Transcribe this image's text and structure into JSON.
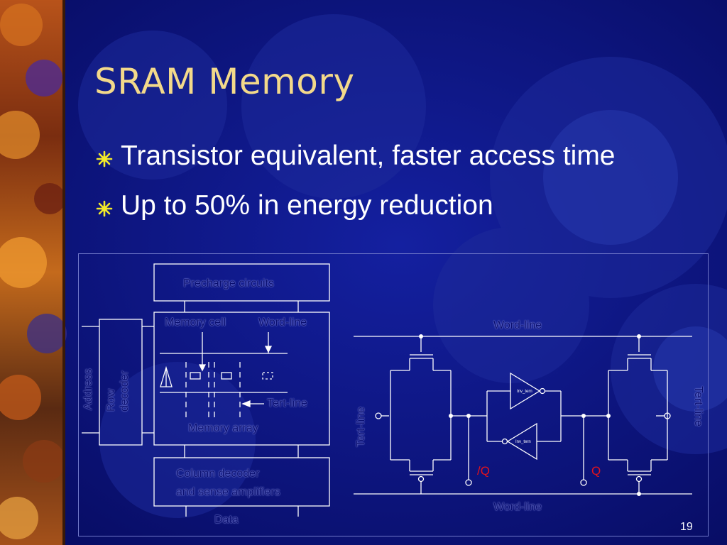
{
  "slide": {
    "title": "SRAM Memory",
    "bullets": [
      "Transistor equivalent, faster access time",
      "Up to 50% in energy reduction"
    ],
    "page_number": "19"
  },
  "block_diagram": {
    "precharge": "Precharge circuits",
    "memory_cell": "Memory cell",
    "word_line": "Word-line",
    "address": "Address",
    "row_decoder_1": "Row",
    "row_decoder_2": "decoder",
    "tert_line": "Tert-line",
    "memory_array": "Memory array",
    "column_decoder_1": "Column decoder",
    "column_decoder_2": "and sense amplifiers",
    "data": "Data"
  },
  "cell_schematic": {
    "word_line_top": "Word-line",
    "word_line_bottom": "Word-line",
    "tert_line_left": "Tert-line",
    "tert_line_right": "Tert-line",
    "q_bar": "/Q",
    "q": "Q",
    "inverter_top": "Inv_tern",
    "inverter_bottom": "Inv_tern"
  },
  "colors": {
    "background": "#0c1178",
    "title": "#f3d98a",
    "bullet_star": "#f2ea2a",
    "q_label": "#e3121c"
  }
}
